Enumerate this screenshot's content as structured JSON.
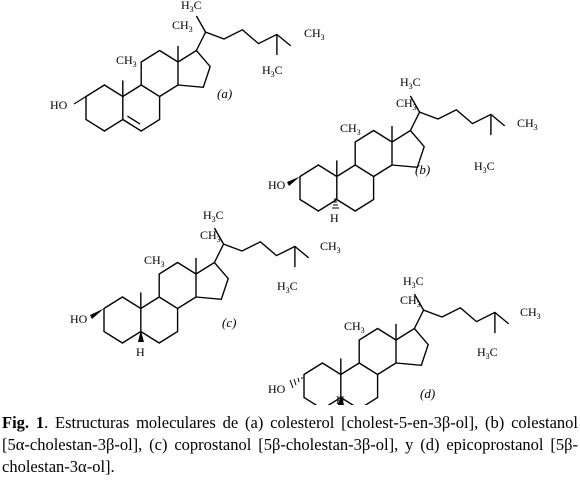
{
  "atoms": {
    "ho": "HO",
    "h": "H",
    "ch3": "CH3",
    "h3c": "H3C",
    "ch3_main": "CH",
    "ch3_sub": "3",
    "h3c_main_h": "H",
    "h3c_sub": "3",
    "h3c_main_c": "C"
  },
  "panels": [
    {
      "label": "(a)"
    },
    {
      "label": "(b)"
    },
    {
      "label": "(c)"
    },
    {
      "label": "(d)"
    }
  ],
  "caption": {
    "fig_label": "Fig. 1",
    "text": ". Estructuras moleculares de (a) colesterol [cholest-5-en-3β-ol], (b) colestanol [5α-cholestan-3β-ol], (c) coprostanol [5β-cholestan-3β-ol], y (d) epicoprostanol [5β-cholestan-3α-ol]."
  }
}
